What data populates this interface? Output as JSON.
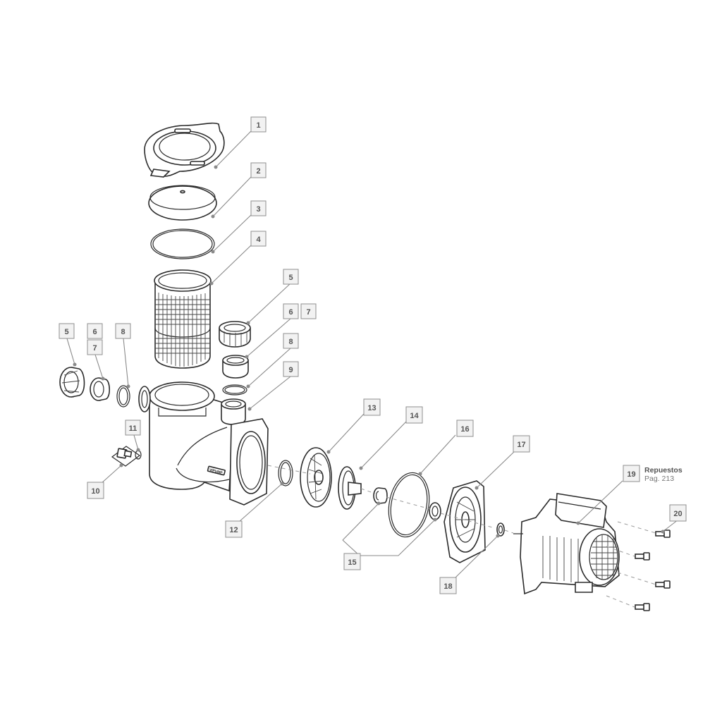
{
  "callouts": {
    "c1": "1",
    "c2": "2",
    "c3": "3",
    "c4": "4",
    "c5a": "5",
    "c67a_6": "6",
    "c67a_7": "7",
    "c8a": "8",
    "c9": "9",
    "c5b": "5",
    "c67b_6": "6",
    "c67b_7": "7",
    "c8b": "8",
    "c10": "10",
    "c11": "11",
    "c12": "12",
    "c13": "13",
    "c14": "14",
    "c15": "15",
    "c16": "16",
    "c17": "17",
    "c18": "18",
    "c19": "19",
    "c20": "20"
  },
  "note": {
    "title": "Repuestos",
    "subtitle": "Pag. 213"
  },
  "brand_mark": "VIPUMP"
}
